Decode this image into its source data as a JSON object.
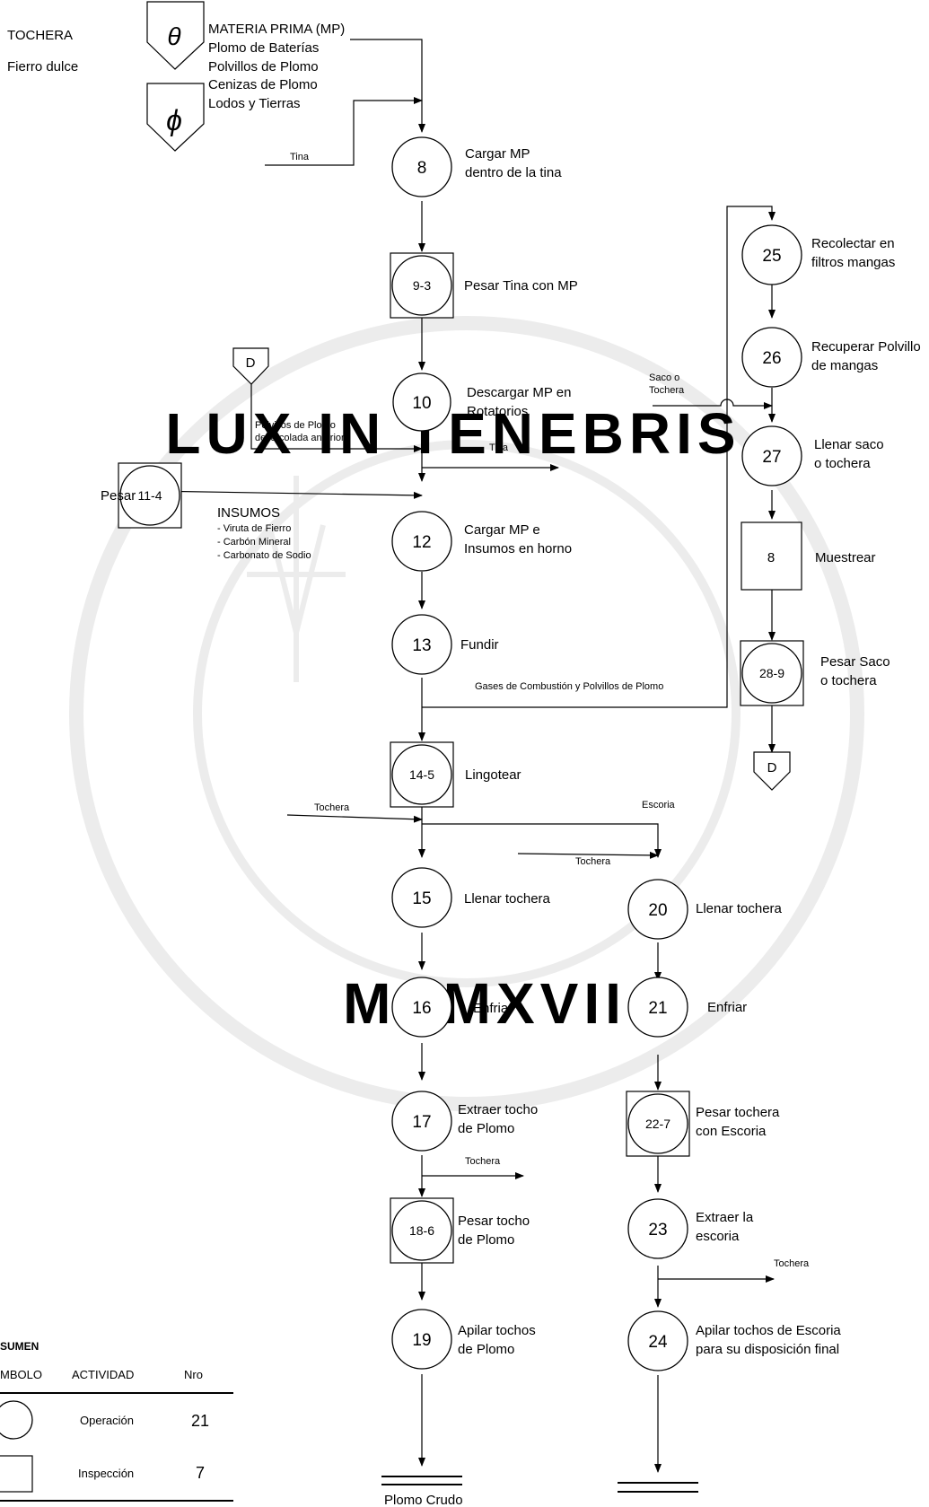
{
  "materials": {
    "tochera": "TOCHERA",
    "fierro": "Fierro dulce",
    "symbol_theta": "θ",
    "symbol_phi": "ϕ",
    "mp_lines": [
      "MATERIA PRIMA (MP)",
      "Plomo de Baterías",
      "Polvillos de Plomo",
      "Cenizas de Plomo",
      "Lodos y Tierras"
    ]
  },
  "steps": [
    {
      "id": "8",
      "type": "operation",
      "label": [
        "Cargar MP",
        "dentro de la tina"
      ]
    },
    {
      "id": "9-3",
      "type": "combined",
      "label": [
        "Pesar Tina con MP"
      ]
    },
    {
      "id": "10",
      "type": "operation",
      "label": [
        "Descargar MP en",
        "Rotatorios"
      ]
    },
    {
      "id": "11-4",
      "type": "combined",
      "label": [
        "Pesar"
      ]
    },
    {
      "id": "12",
      "type": "operation",
      "label": [
        "Cargar MP e",
        "Insumos en horno"
      ]
    },
    {
      "id": "13",
      "type": "operation",
      "label": [
        "Fundir"
      ]
    },
    {
      "id": "14-5",
      "type": "combined",
      "label": [
        "Lingotear"
      ]
    },
    {
      "id": "15",
      "type": "operation",
      "label": [
        "Llenar tochera"
      ]
    },
    {
      "id": "16",
      "type": "operation",
      "label": [
        "Enfriar"
      ]
    },
    {
      "id": "17",
      "type": "operation",
      "label": [
        "Extraer tocho",
        "de Plomo"
      ]
    },
    {
      "id": "18-6",
      "type": "combined",
      "label": [
        "Pesar tocho",
        "de Plomo"
      ]
    },
    {
      "id": "19",
      "type": "operation",
      "label": [
        "Apilar tochos",
        "de Plomo"
      ]
    },
    {
      "id": "20",
      "type": "operation",
      "label": [
        "Llenar tochera"
      ]
    },
    {
      "id": "21",
      "type": "operation",
      "label": [
        "Enfriar"
      ]
    },
    {
      "id": "22-7",
      "type": "combined",
      "label": [
        "Pesar tochera",
        "con Escoria"
      ]
    },
    {
      "id": "23",
      "type": "operation",
      "label": [
        "Extraer la",
        "escoria"
      ]
    },
    {
      "id": "24",
      "type": "operation",
      "label": [
        "Apilar tochos de Escoria",
        "para su disposición final"
      ]
    },
    {
      "id": "25",
      "type": "operation",
      "label": [
        "Recolectar en",
        "filtros mangas"
      ]
    },
    {
      "id": "26",
      "type": "operation",
      "label": [
        "Recuperar Polvillo",
        "de mangas"
      ]
    },
    {
      "id": "27",
      "type": "operation",
      "label": [
        "Llenar saco",
        "o tochera"
      ]
    },
    {
      "id": "8",
      "type": "inspection",
      "label": [
        "Muestrear"
      ]
    },
    {
      "id": "28-9",
      "type": "combined",
      "label": [
        "Pesar Saco",
        "o tochera"
      ]
    }
  ],
  "flow_labels": {
    "tina_in": "Tina",
    "d_top": "D",
    "polvillos": [
      "Polvillos de Plomo",
      "de la colada anterior"
    ],
    "tina_out": "Tina",
    "insumos_title": "INSUMOS",
    "insumos_items": [
      "- Viruta de Fierro",
      "- Carbón Mineral",
      "- Carbonato de Sodio"
    ],
    "gases": "Gases de Combustión y Polvillos de Plomo",
    "tochera_in_main": "Tochera",
    "escoria": "Escoria",
    "tochera_in_escoria": "Tochera",
    "tochera_out_17": "Tochera",
    "tochera_out_23": "Tochera",
    "saco_tochera": [
      "Saco o",
      "Tochera"
    ],
    "d_bottom": "D",
    "plomo_crudo": "Plomo Crudo"
  },
  "summary": {
    "title": "SUMEN",
    "headers": [
      "MBOLO",
      "ACTIVIDAD",
      "Nro"
    ],
    "rows": [
      {
        "activity": "Operación",
        "count": "21"
      },
      {
        "activity": "Inspección",
        "count": "7"
      }
    ]
  }
}
